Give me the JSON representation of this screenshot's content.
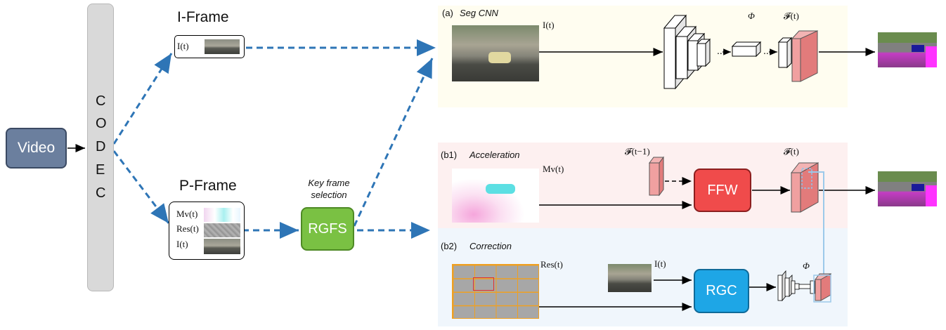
{
  "nodes": {
    "video": "Video",
    "codec": [
      "C",
      "O",
      "D",
      "E",
      "C"
    ],
    "iframe_title": "I-Frame",
    "pframe_title": "P-Frame",
    "rgfs": "RGFS",
    "key_frame_selection": "Key frame\nselection",
    "ffw": "FFW",
    "rgc": "RGC"
  },
  "symbols": {
    "I_t": "I(t)",
    "Mv_t": "Mv(t)",
    "Res_t": "Res(t)",
    "F_t": "𝓕(t)",
    "F_t_minus_1": "𝓕(t−1)",
    "phi": "Φ"
  },
  "panels": {
    "a": {
      "tag": "(a)",
      "title": "Seg CNN"
    },
    "b1": {
      "tag": "(b1)",
      "title": "Acceleration"
    },
    "b2": {
      "tag": "(b2)",
      "title": "Correction"
    }
  },
  "colors": {
    "video_box": "#6b7f9e",
    "codec_bar": "#d9d9d9",
    "rgfs_box": "#7ac143",
    "ffw_box": "#f04b4b",
    "rgc_box": "#1ea6e6",
    "panel_a_bg": "#fffdf0",
    "panel_b1_bg": "#fdf0f0",
    "panel_b2_bg": "#f0f6fc",
    "dashed_arrow": "#2e75b6",
    "feature_map": "#e98a8a"
  }
}
